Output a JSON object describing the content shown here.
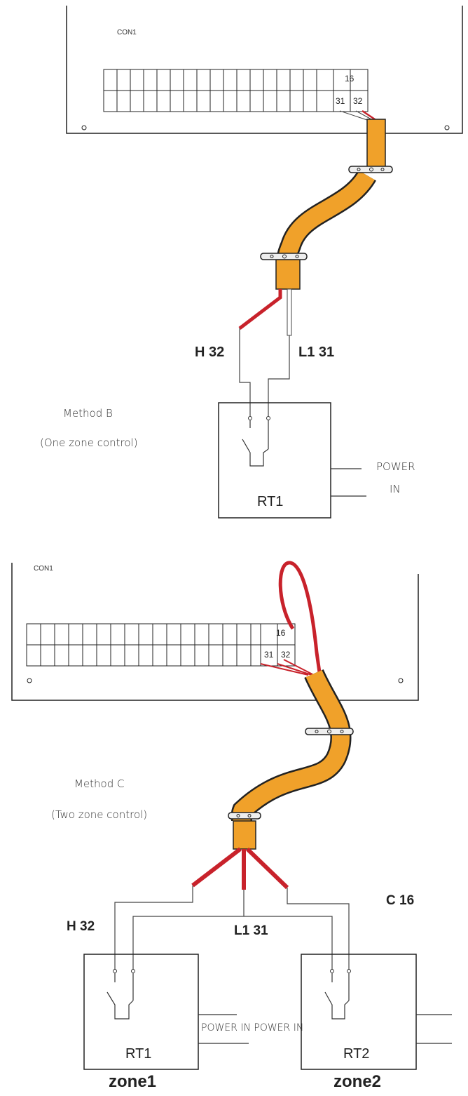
{
  "method_b": {
    "con_label": "CON1",
    "terminal_16": "16",
    "terminal_31": "31",
    "terminal_32": "32",
    "wire_h": "H 32",
    "wire_l1": "L1 31",
    "method_title": "Method B",
    "method_subtitle": "(One zone control)",
    "power_line1": "POWER",
    "power_line2": "IN",
    "thermostat": "RT1"
  },
  "method_c": {
    "con_label": "CON1",
    "terminal_16": "16",
    "terminal_31": "31",
    "terminal_32": "32",
    "method_title": "Method C",
    "method_subtitle": "(Two zone control)",
    "wire_h": "H  32",
    "wire_l1": "L1  31",
    "wire_c": "C 16",
    "power_combined": "POWER IN POWER IN",
    "thermostat1": "RT1",
    "thermostat2": "RT2",
    "zone1": "zone1",
    "zone2": "zone2"
  },
  "colors": {
    "cable": "#f0a12a",
    "wire_red": "#c8222b",
    "outline": "#222222"
  }
}
